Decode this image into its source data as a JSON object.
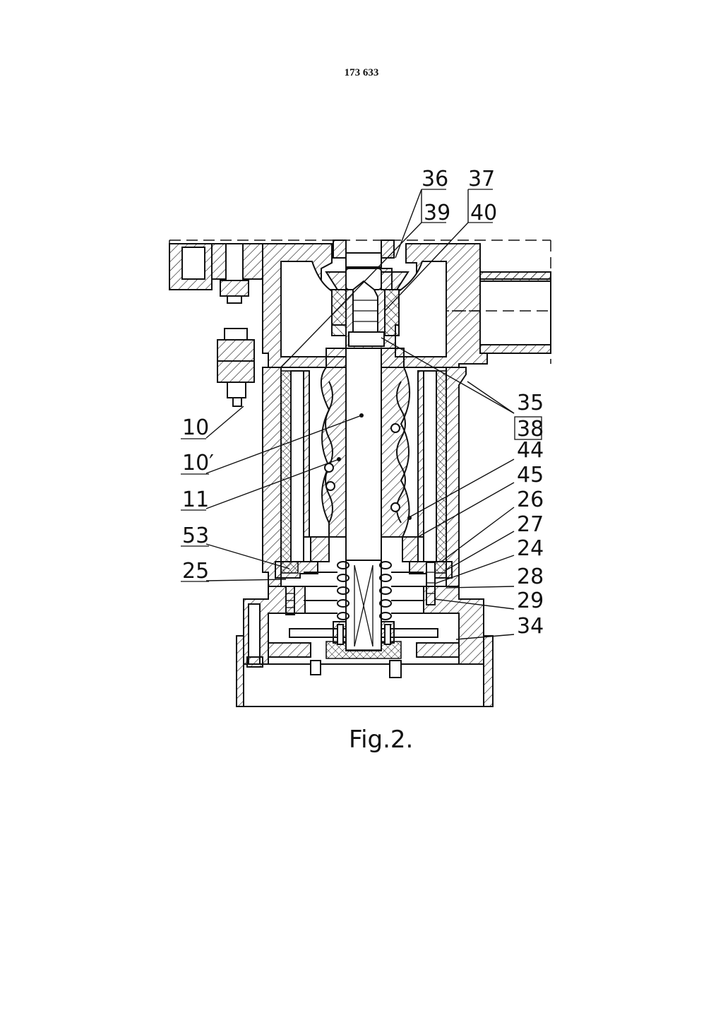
{
  "page_number": "173 633",
  "figure_caption": "Fig.2.",
  "labels": {
    "l36": "36",
    "l37": "37",
    "l39": "39",
    "l40": "40",
    "l35": "35",
    "l38": "38",
    "l44": "44",
    "l45": "45",
    "l26": "26",
    "l27": "27",
    "l24": "24",
    "l28": "28",
    "l29": "29",
    "l34": "34",
    "l10": "10",
    "l10p": "10′",
    "l11": "11",
    "l53": "53",
    "l25": "25"
  }
}
